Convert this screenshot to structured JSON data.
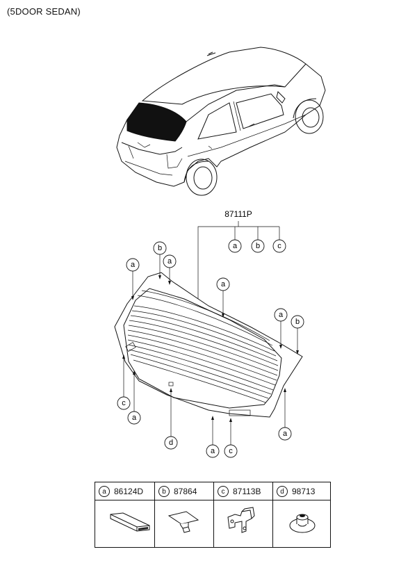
{
  "header": {
    "title": "(5DOOR SEDAN)"
  },
  "assembly": {
    "part_number": "87111P"
  },
  "callouts": {
    "a": "a",
    "b": "b",
    "c": "c",
    "d": "d"
  },
  "legend": [
    {
      "letter": "a",
      "part_number": "86124D",
      "icon": "rubber-block-part"
    },
    {
      "letter": "b",
      "part_number": "87864",
      "icon": "spacer-pad-part"
    },
    {
      "letter": "c",
      "part_number": "87113B",
      "icon": "bracket-clip-part"
    },
    {
      "letter": "d",
      "part_number": "98713",
      "icon": "grommet-nut-part"
    }
  ]
}
